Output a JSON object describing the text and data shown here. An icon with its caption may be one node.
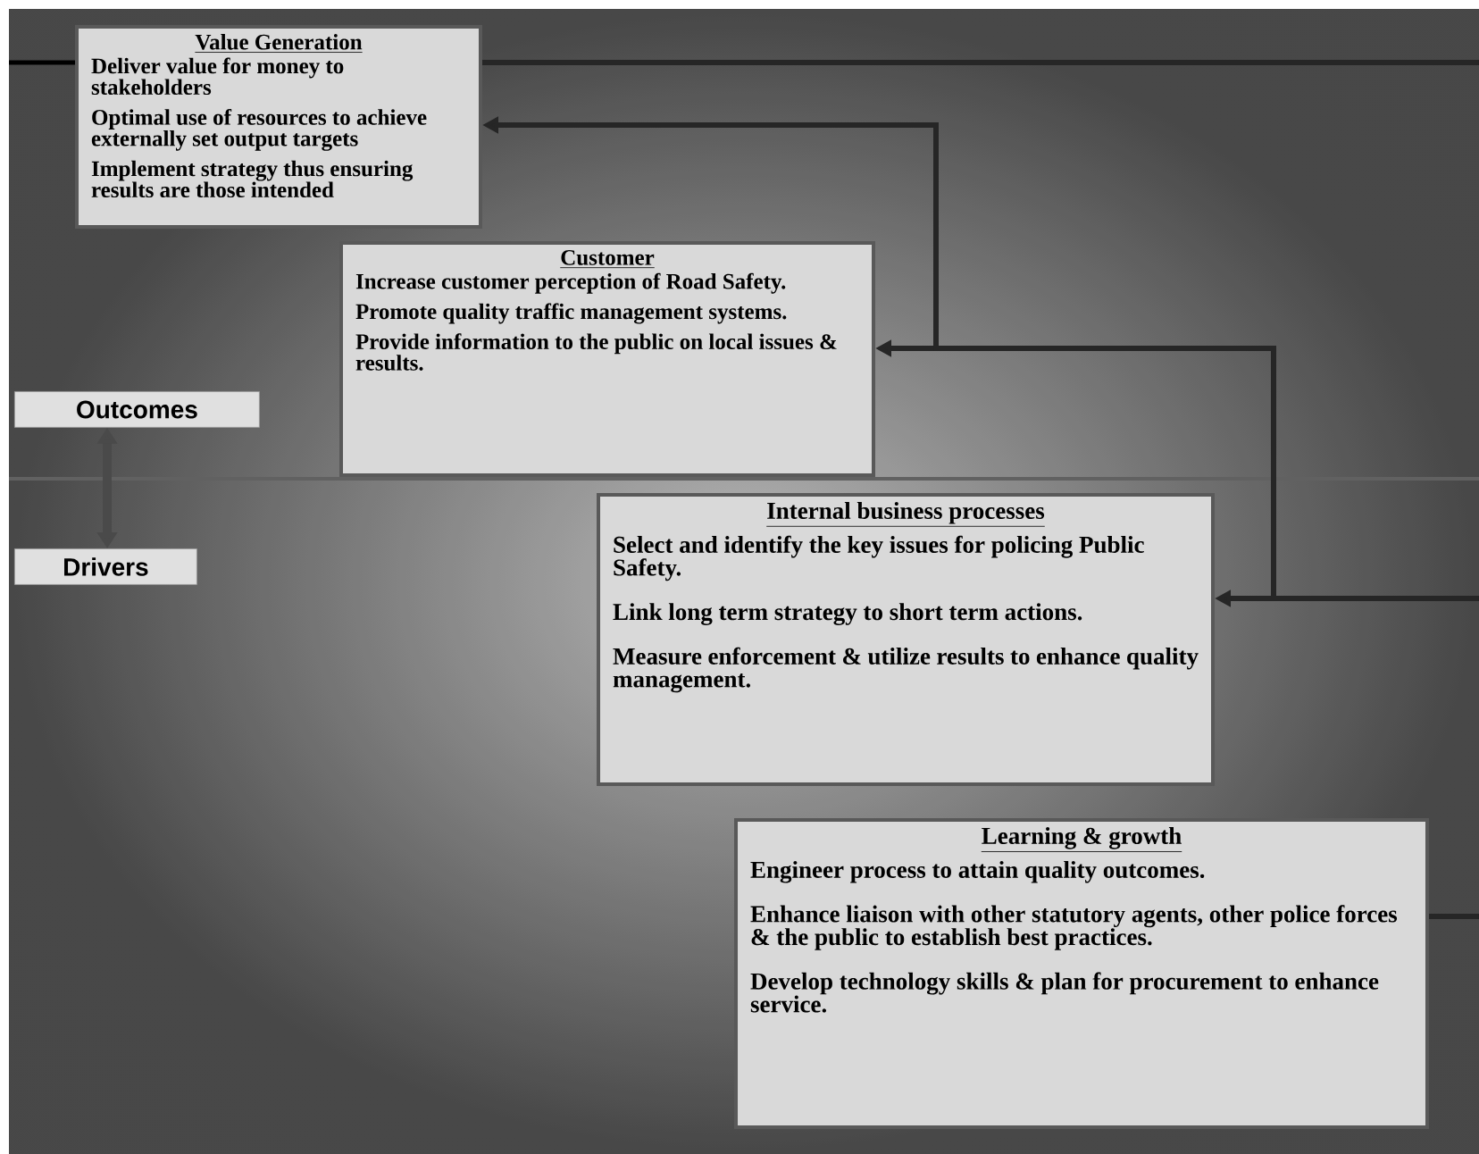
{
  "diagram": {
    "nodes": [
      {
        "text": [
          "Value Generation",
          "Deliver value for money to stakeholders",
          "Optimal use of resources to achieve externally set output targets",
          "Implement strategy thus ensuring results are those intended"
        ]
      },
      {
        "text": [
          "Customer",
          "Increase customer perception of Road Safety.",
          "Promote quality traffic management systems.",
          "Provide information to the public on local issues & results."
        ]
      },
      {
        "text": [
          "Internal business processes",
          "Select and identify the key issues for policing Public Safety.",
          "Link long term strategy to short term actions.",
          "Measure enforcement & utilize results to enhance quality management."
        ]
      },
      {
        "text": [
          "Learning & growth",
          "Engineer process to attain quality outcomes.",
          "Enhance liaison with other statutory agents, other police forces & the public to establish best practices.",
          "Develop technology skills & plan for procurement to enhance service."
        ]
      },
      {
        "text": [
          "Outcomes"
        ]
      },
      {
        "text": [
          "Drivers"
        ]
      }
    ],
    "edges": [
      {
        "from": null,
        "to": 2,
        "arrow": "to"
      },
      {
        "from": null,
        "to": 1,
        "arrow": "to"
      },
      {
        "from": null,
        "to": 0,
        "arrow": "to"
      },
      {
        "from": 3,
        "to": null,
        "arrow": "none"
      },
      {
        "from": 0,
        "to": null,
        "arrow": "none"
      },
      {
        "from": 4,
        "to": 5,
        "arrow": "both",
        "color": "#4a4a4a"
      }
    ]
  }
}
